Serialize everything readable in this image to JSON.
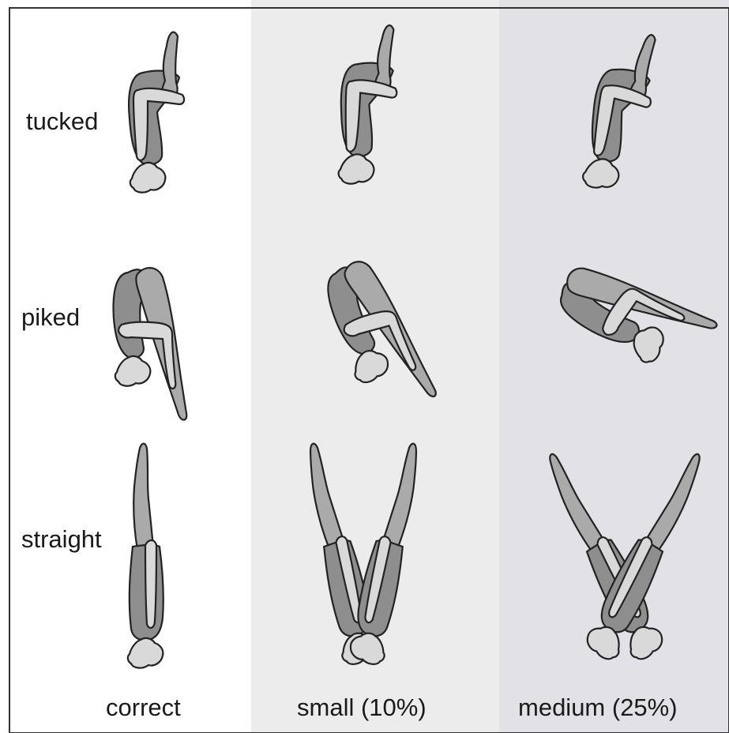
{
  "rows": [
    {
      "label": "tucked"
    },
    {
      "label": "piked"
    },
    {
      "label": "straight"
    }
  ],
  "columns": [
    {
      "label": "correct",
      "background": "#ffffff"
    },
    {
      "label": "small (10%)",
      "background": "#ececec"
    },
    {
      "label": "medium (25%)",
      "background": "#e2e2e6"
    }
  ],
  "colors": {
    "dark_body": "#8e8e8e",
    "mid_limb": "#aaaaaa",
    "light_limb": "#d9d9d9",
    "outline": "#222222",
    "frame": "#333333"
  }
}
